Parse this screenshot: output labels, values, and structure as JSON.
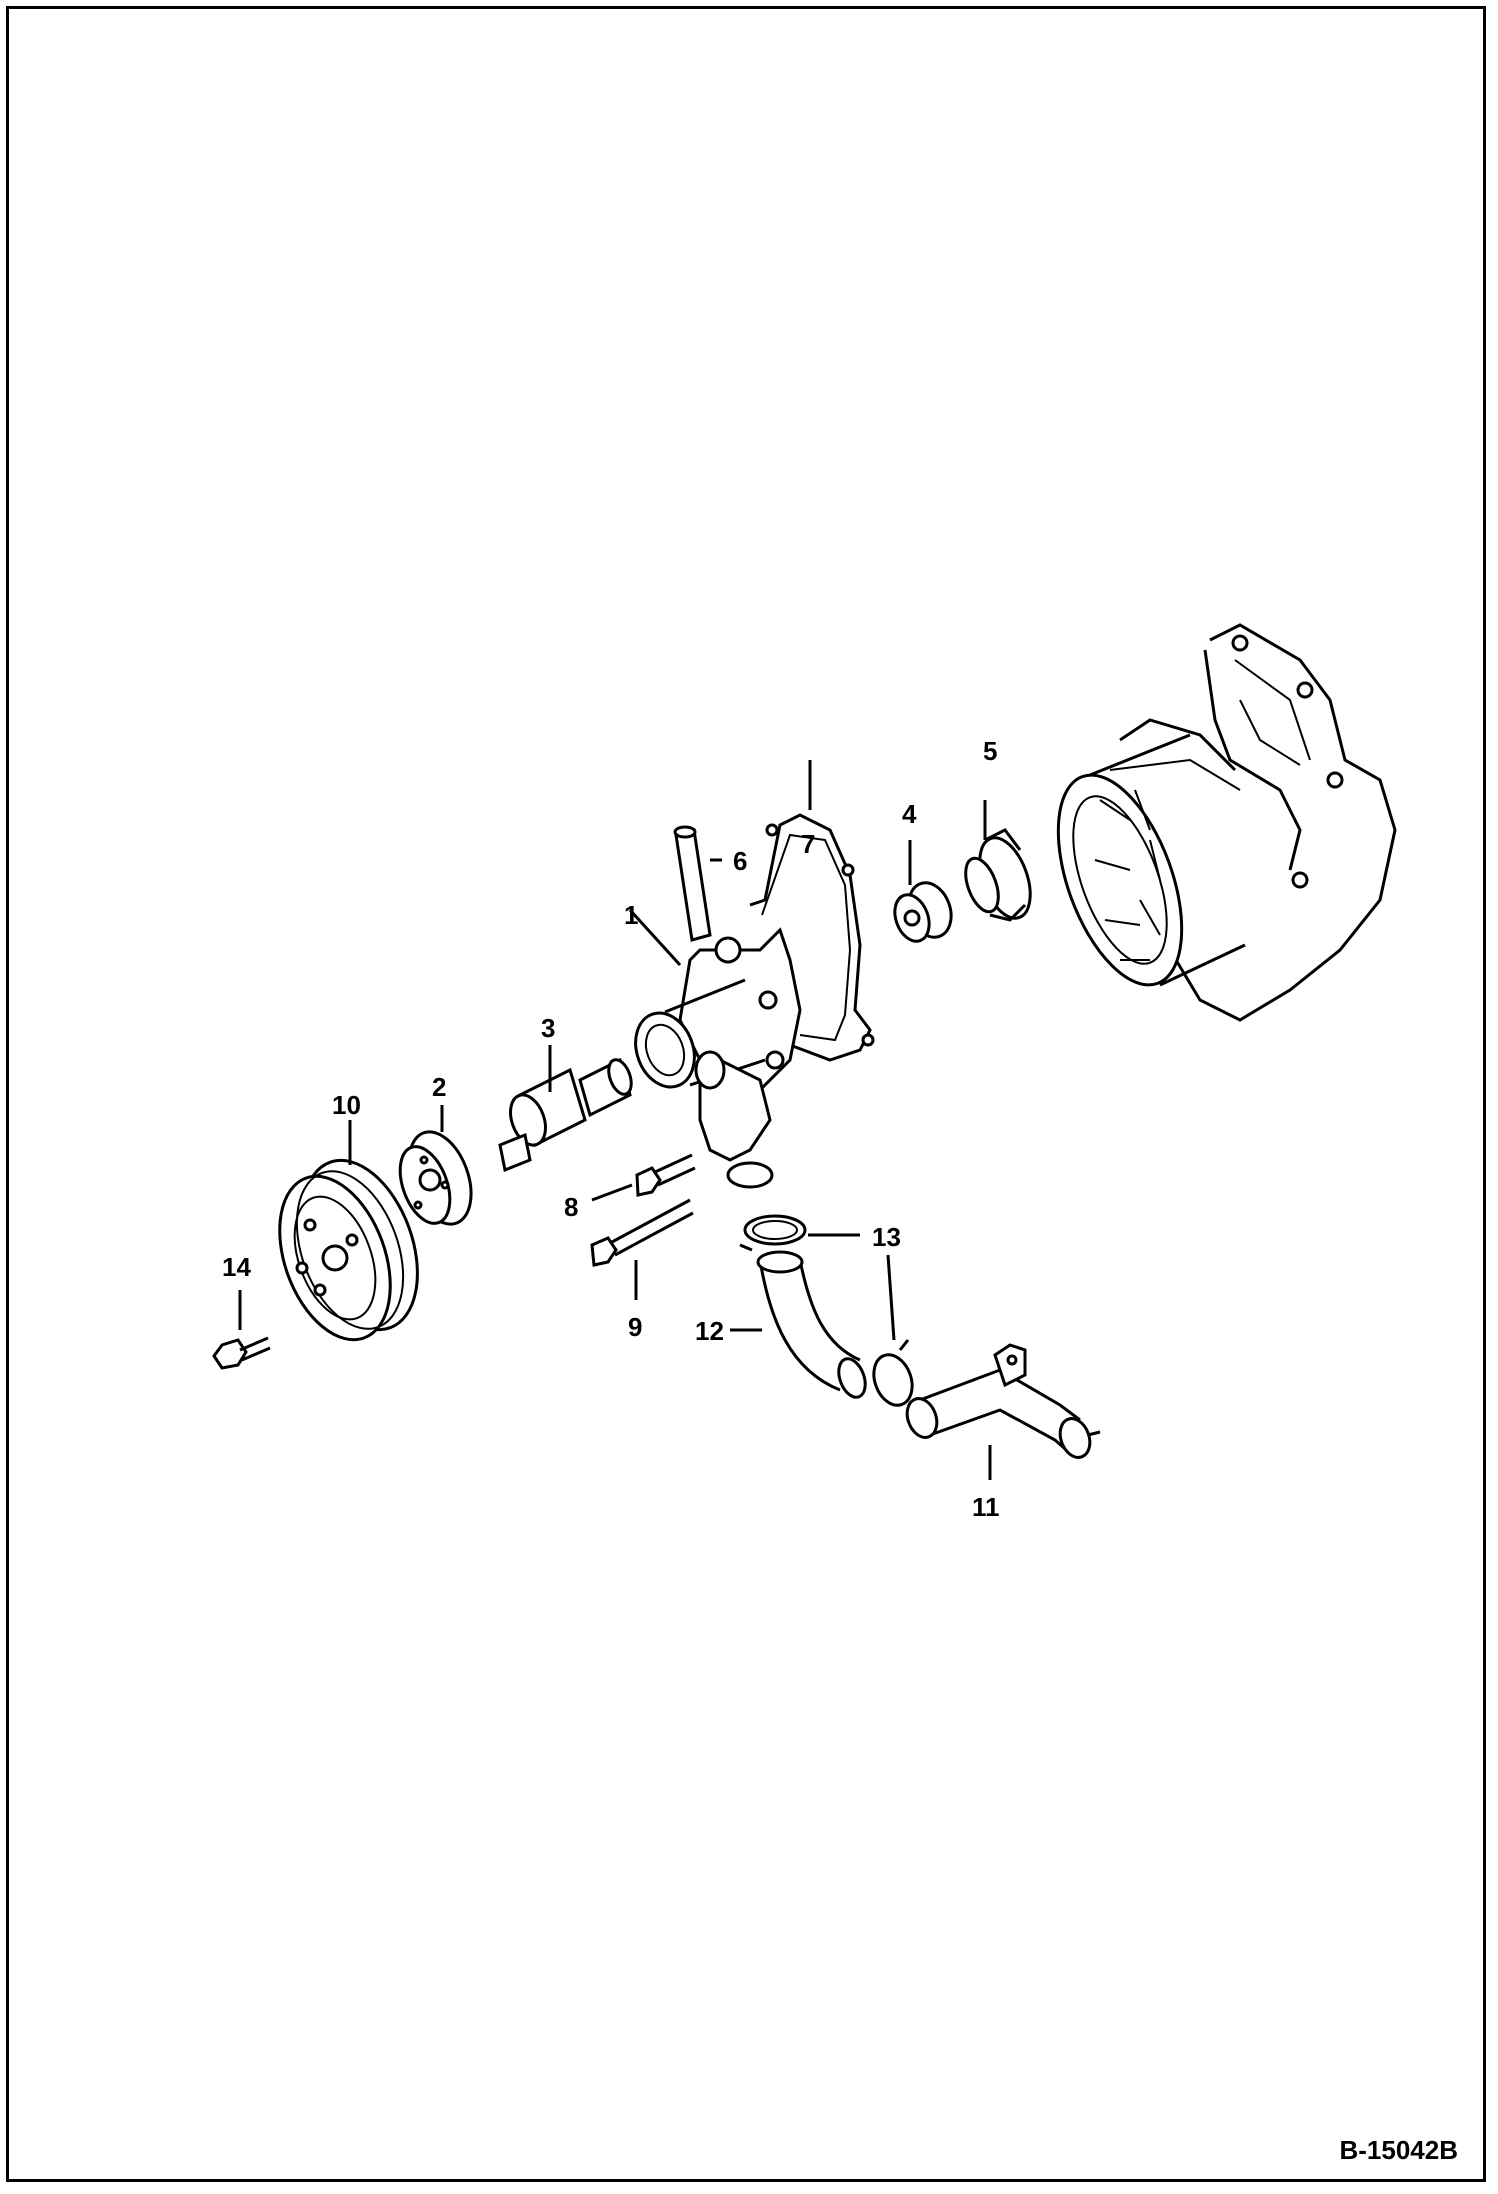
{
  "document_id": "B-15042B",
  "callouts": [
    {
      "id": "1",
      "label": "1"
    },
    {
      "id": "2",
      "label": "2"
    },
    {
      "id": "3",
      "label": "3"
    },
    {
      "id": "4",
      "label": "4"
    },
    {
      "id": "5",
      "label": "5"
    },
    {
      "id": "6",
      "label": "6"
    },
    {
      "id": "7",
      "label": "7"
    },
    {
      "id": "8",
      "label": "8"
    },
    {
      "id": "9",
      "label": "9"
    },
    {
      "id": "10",
      "label": "10"
    },
    {
      "id": "11",
      "label": "11"
    },
    {
      "id": "12",
      "label": "12"
    },
    {
      "id": "13",
      "label": "13"
    },
    {
      "id": "14",
      "label": "14"
    }
  ]
}
